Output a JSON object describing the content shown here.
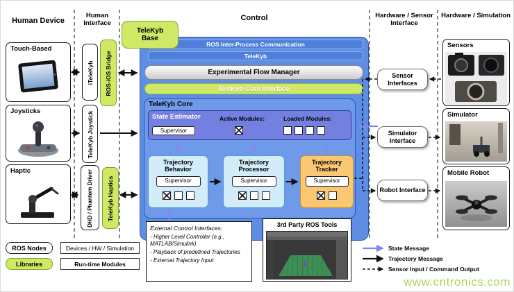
{
  "headers": {
    "human_device": "Human Device",
    "human_interface": "Human Interface",
    "control": "Control",
    "hardware_sensor_interface": "Hardware / Sensor Interface",
    "hardware_simulation": "Hardware / Simulation"
  },
  "left_devices": [
    "Touch-Based",
    "Joysticks",
    "Haptic"
  ],
  "human_interface_nodes": {
    "itelekyb": "iTeleKyb",
    "ros_ios_bridge": "ROS-iOS Bridge",
    "telekyb_joystick": "TeleKyb Joystick",
    "dhd_phantom_driver": "DHD / Phantom Driver",
    "telekyb_haptics": "TeleKyb Haptics"
  },
  "control": {
    "telekyb_base": "TeleKyb Base",
    "ros_ipc": "ROS Inter-Process Communication",
    "telekyb": "TeleKyb",
    "flow_manager": "Experimental Flow Manager",
    "core_interface": "TeleKyb Core Interface",
    "core_title": "TeleKyb Core",
    "state_estimator": {
      "title": "State Estimator",
      "supervisor": "Supervisor",
      "active_modules_label": "Active Modules:",
      "loaded_modules_label": "Loaded Modules:",
      "active_boxes": [
        "x"
      ],
      "loaded_boxes": [
        "o",
        "o",
        "o",
        "o"
      ]
    },
    "modules": [
      {
        "title": "Trajectory Behavior",
        "supervisor": "Supervisor",
        "boxes": [
          "x",
          "o",
          "o"
        ]
      },
      {
        "title": "Trajectory Processor",
        "supervisor": "Supervisor",
        "boxes": [
          "x",
          "o",
          "o"
        ]
      },
      {
        "title": "Trajectory Tracker",
        "supervisor": "Supervisor",
        "boxes": [
          "x",
          "o"
        ]
      }
    ],
    "external_control": {
      "title": "External Control Interfaces:",
      "items": [
        "- Higher Level Controller (e.g., MATLAB/Simulink)",
        "- Playback of predefined Trajectories",
        "- External Trajectory Input"
      ]
    },
    "ros_tools_title": "3rd Party ROS Tools"
  },
  "interfaces": [
    "Sensor Interfaces",
    "Simulator Interface",
    "Robot Interface"
  ],
  "right_hardware": [
    "Sensors",
    "Simulator",
    "Mobile Robot"
  ],
  "legend": {
    "ros_nodes": "ROS Nodes",
    "libraries": "Libraries",
    "devices_hw_simulation": "Devices / HW / Simulation",
    "runtime_modules": "Run-time Modules",
    "state_message": "State Message",
    "trajectory_message": "Trajectory Message",
    "sensor_io": "Sensor Input / Command Output"
  },
  "watermark": "www.cntronics.com",
  "colors": {
    "control_blue": "#5d8de4",
    "core_blue": "#6f9ae9",
    "estimator_purple": "#7480e0",
    "library_green": "#cfe866",
    "module_blue": "#d2ecfa",
    "tracker_orange": "#fac873",
    "arrow_blue": "#7b8dee",
    "watermark_green": "#a6d34a"
  }
}
